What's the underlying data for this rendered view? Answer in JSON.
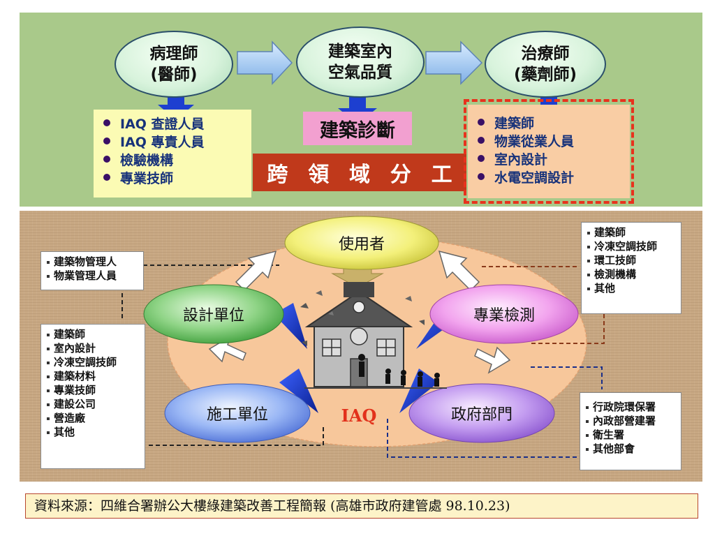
{
  "top": {
    "pathologist": [
      "病理師",
      "(醫師)"
    ],
    "indoor_air": [
      "建築室內",
      "空氣品質"
    ],
    "therapist": [
      "治療師",
      "(藥劑師)"
    ],
    "diagnosis": "建築診斷",
    "cross_domain": [
      "跨",
      "領",
      "域",
      "分",
      "工"
    ],
    "left_list": [
      "IAQ 查證人員",
      "IAQ 專責人員",
      "檢驗機構",
      "專業技師"
    ],
    "right_list": [
      "建築師",
      "物業從業人員",
      "室內設計",
      "水電空調設計"
    ]
  },
  "bottom": {
    "user": "使用者",
    "design": "設計單位",
    "inspection": "專業檢測",
    "construction": "施工單位",
    "government": "政府部門",
    "iaq": "IAQ",
    "box_manager": [
      "建築物管理人",
      "物業管理人員"
    ],
    "box_design": [
      "建築師",
      "室內設計",
      "冷凍空調技師",
      "建築材料",
      "專業技師",
      "建設公司",
      "營造廠",
      "其他"
    ],
    "box_inspection": [
      "建築師",
      "冷凍空調技師",
      "環工技師",
      "檢測機構",
      "其他"
    ],
    "box_government": [
      "行政院環保署",
      "內政部營建署",
      "衛生署",
      "其他部會"
    ]
  },
  "source": "資料來源：四維合署辦公大樓綠建築改善工程簡報 (高雄市政府建管處 98.10.23)",
  "colors": {
    "top_bg": "#a9c98a",
    "bottom_bg": "#c8a883",
    "banner_red": "#c0391b",
    "diagnosis_pink": "#f2a0d0",
    "list_yellow": "#fbfbb4",
    "list_peach": "#f9cda4",
    "arrow_blue": "#1d3fd0"
  }
}
